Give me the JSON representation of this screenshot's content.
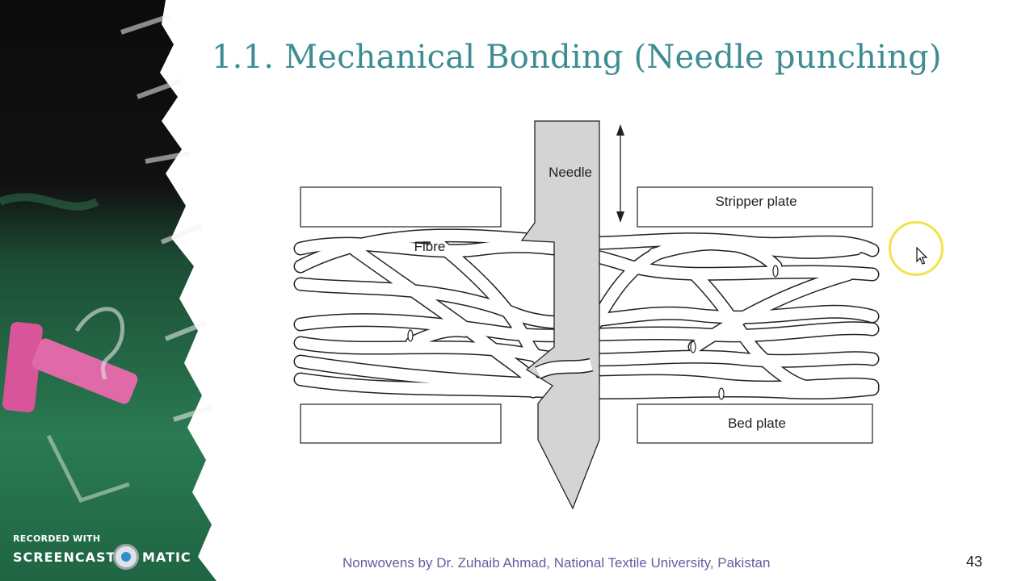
{
  "slide": {
    "title": "1.1. Mechanical Bonding (Needle punching)",
    "footer": "Nonwovens by Dr. Zuhaib Ahmad, National Textile University, Pakistan",
    "page_number": "43"
  },
  "diagram": {
    "labels": {
      "needle": "Needle",
      "stripper_plate": "Stripper plate",
      "fibre": "Fibre",
      "bed_plate": "Bed plate"
    }
  },
  "watermark": {
    "recorded_with": "RECORDED WITH",
    "brand_left": "SCREENCAST",
    "brand_right": "MATIC"
  },
  "colors": {
    "title": "#3e8d92",
    "footer": "#6b5a9e",
    "cursor_highlight": "#f2e24a",
    "chalkboard": "#1f5a3c",
    "needle_fill": "#d4d4d4"
  },
  "icons": {
    "cursor": "mouse-pointer-icon",
    "recorder_logo": "screencast-o-matic-logo-icon"
  }
}
